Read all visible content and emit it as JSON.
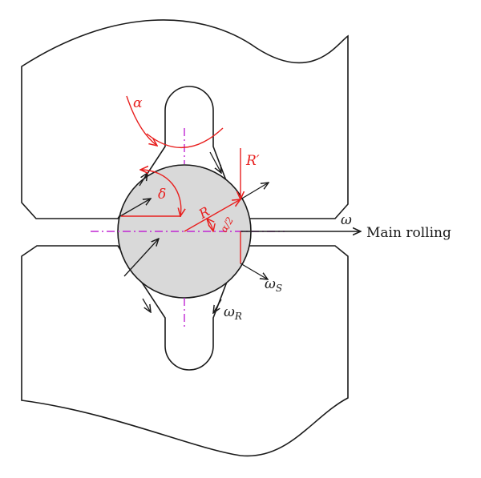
{
  "diagram": {
    "labels": {
      "alpha": "α",
      "delta": "δ",
      "r_prime": "R′",
      "r": "R",
      "alpha_half": "α/2",
      "omega": "ω",
      "main_rolling": "Main rolling",
      "omega_s_base": "ω",
      "omega_s_sub": "S",
      "omega_r_base": "ω",
      "omega_r_sub": "R"
    },
    "colors": {
      "outline": "#1a1a1a",
      "annotation": "#e8201f",
      "centerline": "#c026d3",
      "workpiece_fill": "#d9d9d9"
    }
  }
}
